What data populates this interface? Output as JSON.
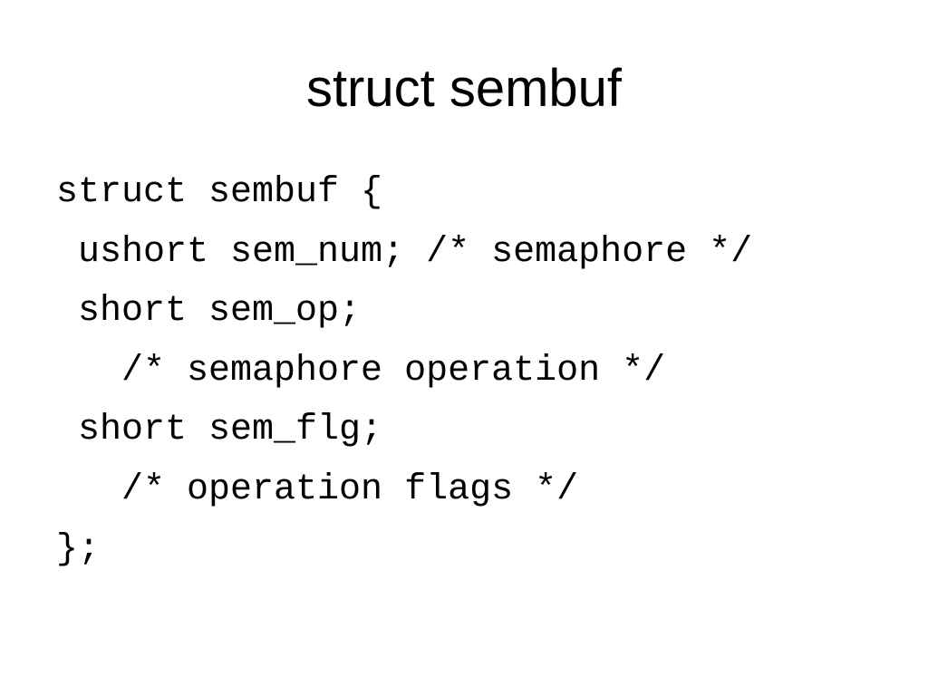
{
  "slide": {
    "title": "struct sembuf",
    "code_lines": [
      "struct sembuf {",
      " ushort sem_num; /* semaphore */",
      " short sem_op;",
      "   /* semaphore operation */",
      " short sem_flg;",
      "   /* operation flags */",
      "};"
    ]
  }
}
